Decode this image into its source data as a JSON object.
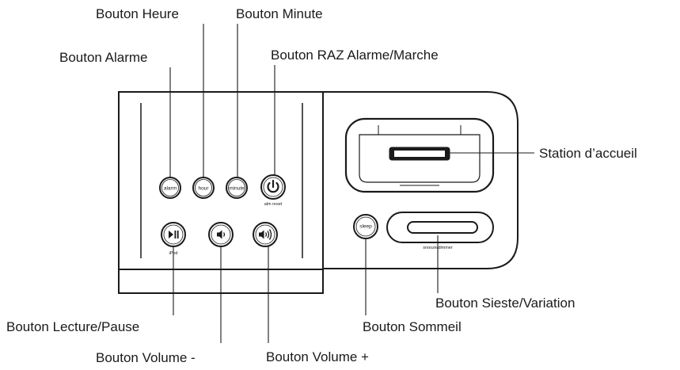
{
  "callouts": {
    "hour": "Bouton Heure",
    "minute": "Bouton Minute",
    "alarm": "Bouton Alarme",
    "alarm_reset": "Bouton RAZ Alarme/Marche",
    "dock": "Station d’accueil",
    "snooze": "Bouton Sieste/Variation",
    "play_pause": "Bouton Lecture/Pause",
    "sleep": "Bouton Sommeil",
    "volume_down": "Bouton Volume -",
    "volume_up": "Bouton Volume +"
  },
  "device_labels": {
    "alarm": "alarm",
    "hour": "hour",
    "minute": "minute",
    "alm_reset": "alm reset",
    "ipod": "iPod",
    "sleep": "sleep",
    "snooze_dimmer": "snooze/dimmer"
  },
  "colors": {
    "stroke": "#1a1a1a",
    "background": "#ffffff"
  },
  "icons": [
    "power-icon",
    "play-pause-icon",
    "volume-down-icon",
    "volume-up-icon",
    "dock-connector-icon"
  ]
}
